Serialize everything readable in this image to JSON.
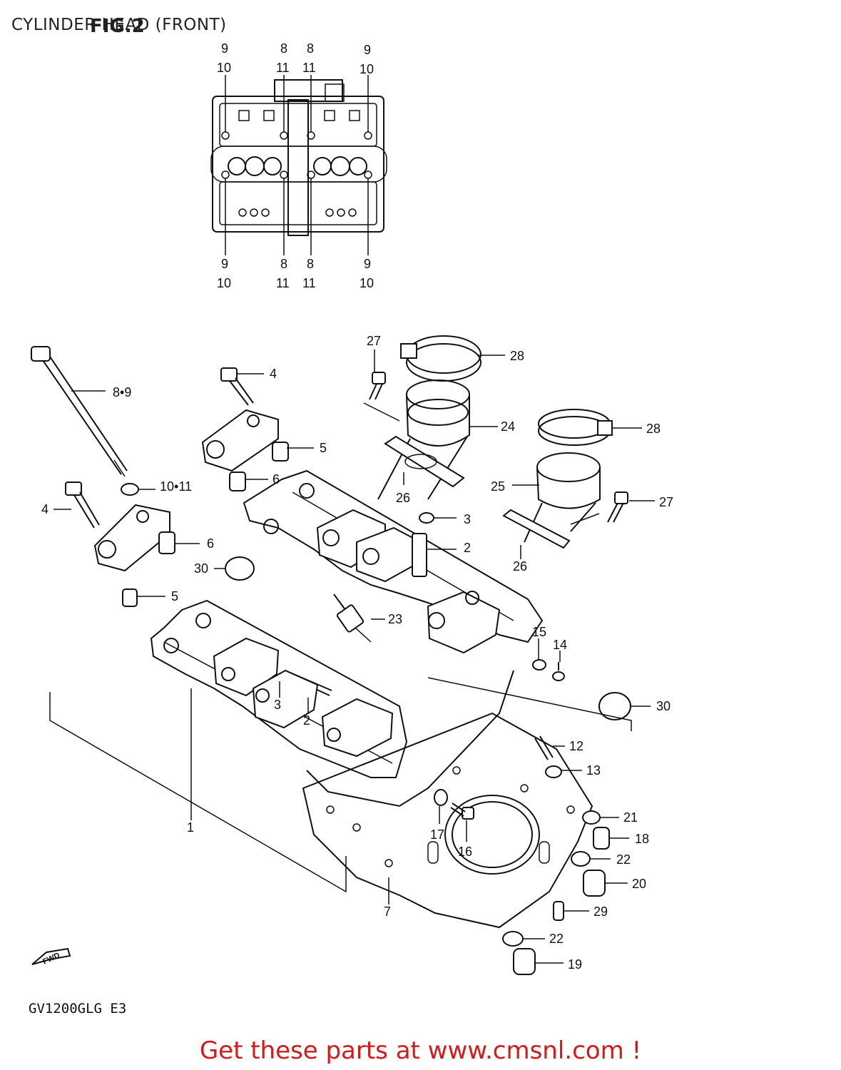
{
  "header": {
    "title": "CYLINDER HEAD (FRONT)",
    "figure": "FIG.2"
  },
  "footer": {
    "model_code": "GV1200GLG E3",
    "cta": "Get these parts at www.cmsnl.com !"
  },
  "top_view": {
    "labels_top": [
      {
        "a": "9",
        "b": "10"
      },
      {
        "a": "8",
        "b": "11"
      },
      {
        "a": "8",
        "b": "11"
      },
      {
        "a": "9",
        "b": "10"
      }
    ],
    "labels_bottom": [
      {
        "a": "9",
        "b": "10"
      },
      {
        "a": "8",
        "b": "11"
      },
      {
        "a": "8",
        "b": "11"
      },
      {
        "a": "9",
        "b": "10"
      }
    ]
  },
  "callouts": [
    "1",
    "2",
    "2",
    "3",
    "3",
    "4",
    "4",
    "5",
    "5",
    "6",
    "6",
    "7",
    "8•9",
    "10•11",
    "12",
    "13",
    "14",
    "15",
    "16",
    "17",
    "18",
    "19",
    "20",
    "21",
    "22",
    "22",
    "23",
    "24",
    "25",
    "26",
    "26",
    "27",
    "27",
    "28",
    "28",
    "29",
    "30",
    "30"
  ],
  "fwd_label": "FWD"
}
